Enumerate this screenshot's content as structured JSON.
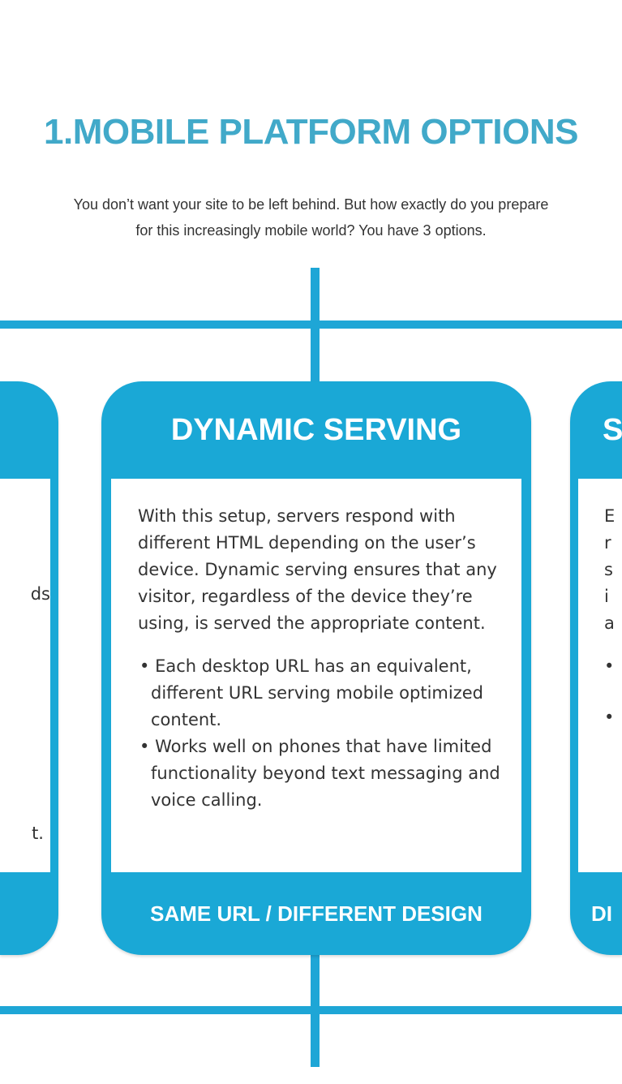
{
  "title": "1.MOBILE PLATFORM OPTIONS",
  "intro": {
    "line1": "You don’t want your site to be left behind. But how exactly do you prepare",
    "line2": "for this increasingly mobile world? You have 3 options."
  },
  "cards": {
    "left": {
      "fragments": [
        "ds",
        "t."
      ]
    },
    "center": {
      "heading": "DYNAMIC SERVING",
      "description": "With this setup, servers respond with different HTML depending on the user’s device. Dynamic serving ensures that any visitor, regardless of the device they’re using, is served the appropriate content.",
      "bullets": [
        "Each desktop URL has an equivalent, different URL serving mobile optimized content.",
        "Works well on phones that have limited functionality beyond text messaging and voice calling."
      ],
      "footer": "SAME URL / DIFFERENT DESIGN"
    },
    "right": {
      "heading": "S",
      "letters": [
        "E",
        "r",
        "s",
        "i",
        "a"
      ],
      "footer": "DI"
    }
  },
  "colors": {
    "accent": "#1aa8d6",
    "title": "#41a9c9",
    "text": "#333333"
  }
}
